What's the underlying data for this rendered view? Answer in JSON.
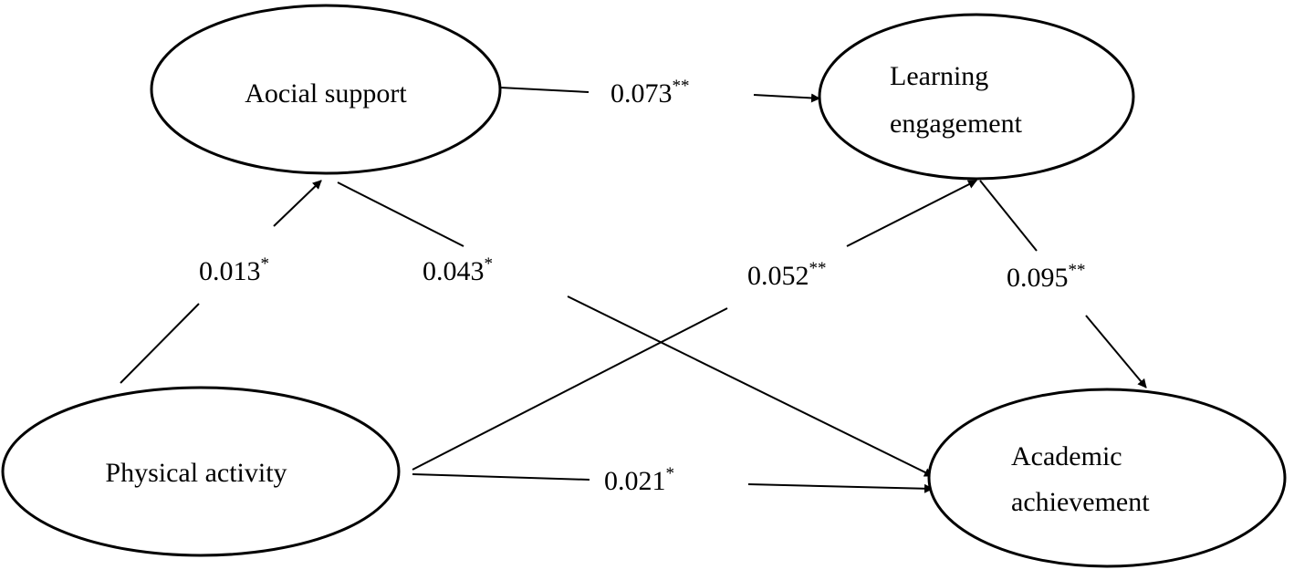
{
  "nodes": {
    "social_support": {
      "lines": [
        "Aocial support"
      ]
    },
    "learning_engagement": {
      "lines": [
        "Learning",
        "engagement"
      ]
    },
    "physical_activity": {
      "lines": [
        "Physical activity"
      ]
    },
    "academic_achievement": {
      "lines": [
        "Academic",
        "achievement"
      ]
    }
  },
  "paths": {
    "pa_to_ss": {
      "coef": "0.013",
      "sig": "*"
    },
    "ss_to_aa": {
      "coef": "0.043",
      "sig": "*"
    },
    "ss_to_le": {
      "coef": "0.073",
      "sig": "**"
    },
    "pa_to_le": {
      "coef": "0.052",
      "sig": "**"
    },
    "le_to_aa": {
      "coef": "0.095",
      "sig": "**"
    },
    "pa_to_aa": {
      "coef": "0.021",
      "sig": "*"
    }
  },
  "colors": {
    "stroke": "#000000",
    "background": "#ffffff"
  }
}
